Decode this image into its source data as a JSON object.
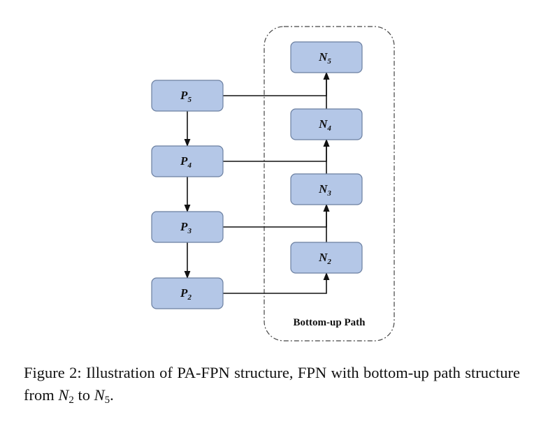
{
  "diagram": {
    "group_label": "Bottom-up Path",
    "nodes": [
      {
        "id": "P5",
        "base": "P",
        "sub": "5"
      },
      {
        "id": "P4",
        "base": "P",
        "sub": "4"
      },
      {
        "id": "P3",
        "base": "P",
        "sub": "3"
      },
      {
        "id": "P2",
        "base": "P",
        "sub": "2"
      },
      {
        "id": "N5",
        "base": "N",
        "sub": "5"
      },
      {
        "id": "N4",
        "base": "N",
        "sub": "4"
      },
      {
        "id": "N3",
        "base": "N",
        "sub": "3"
      },
      {
        "id": "N2",
        "base": "N",
        "sub": "2"
      }
    ],
    "edges": [
      {
        "from": "P5",
        "to": "P4"
      },
      {
        "from": "P4",
        "to": "P3"
      },
      {
        "from": "P3",
        "to": "P2"
      },
      {
        "from": "P2",
        "to": "N2"
      },
      {
        "from": "N2",
        "to": "N3"
      },
      {
        "from": "N3",
        "to": "N4"
      },
      {
        "from": "N4",
        "to": "N5"
      },
      {
        "from": "P3",
        "to": "N3"
      },
      {
        "from": "P4",
        "to": "N4"
      },
      {
        "from": "P5",
        "to": "N5"
      }
    ]
  },
  "caption": {
    "prefix": "Figure 2:  Illustration of PA-FPN structure, FPN with bottom-up path structure from ",
    "from_base": "N",
    "from_sub": "2",
    "middle": " to ",
    "to_base": "N",
    "to_sub": "5",
    "suffix": "."
  }
}
